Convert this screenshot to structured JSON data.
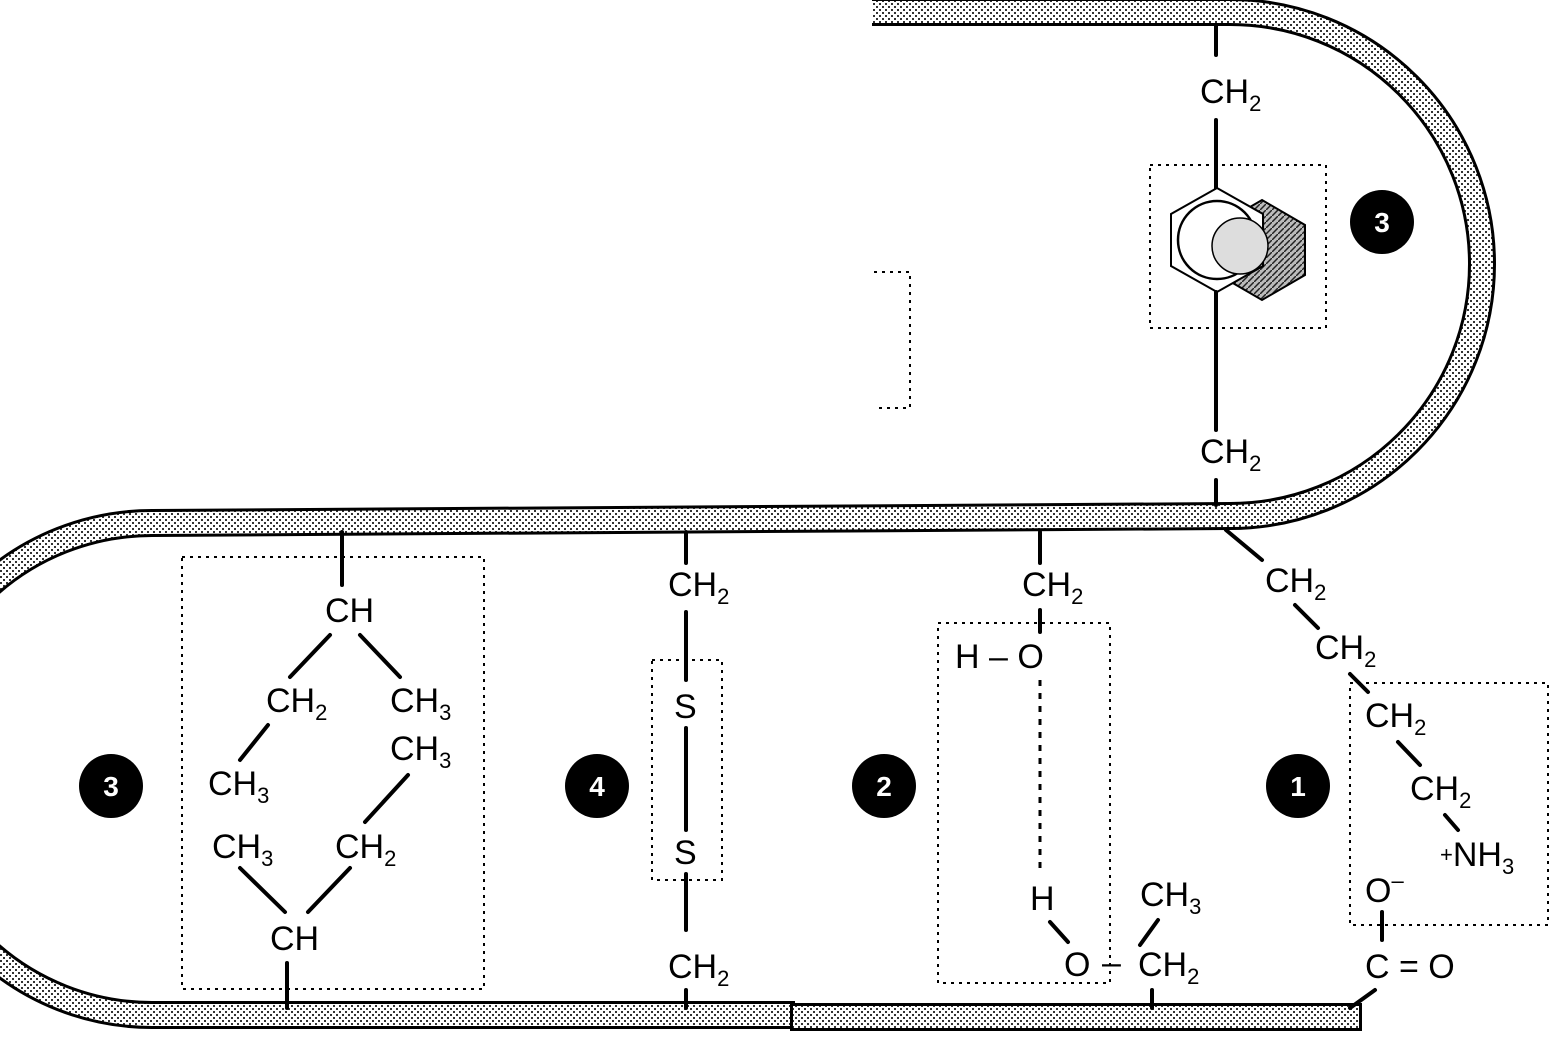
{
  "diagram": {
    "badges": {
      "ionic": "1",
      "hydrogen": "2",
      "hydrophobic_top": "3",
      "hydrophobic_left": "3",
      "disulfide": "4"
    },
    "aromatic": {
      "top_ch2": [
        "CH",
        "2"
      ],
      "bottom_ch2": [
        "CH",
        "2"
      ]
    },
    "hydrophobic": {
      "ch_top": "CH",
      "ch2_left": [
        "CH",
        "2"
      ],
      "ch3_right": [
        "CH",
        "3"
      ],
      "ch3_left_upper": [
        "CH",
        "3"
      ],
      "ch3_right_lower": [
        "CH",
        "3"
      ],
      "ch3_left_lower": [
        "CH",
        "3"
      ],
      "ch2_right": [
        "CH",
        "2"
      ],
      "ch_bottom": "CH"
    },
    "disulfide": {
      "ch2_top": [
        "CH",
        "2"
      ],
      "s_top": "S",
      "s_bottom": "S",
      "ch2_bottom": [
        "CH",
        "2"
      ]
    },
    "hbond": {
      "ch2_top": [
        "CH",
        "2"
      ],
      "h_o_top": "H – O",
      "h_lower": "H",
      "o_lower": "O",
      "dash": "–",
      "ch3": [
        "CH",
        "3"
      ],
      "ch2_lower": [
        "CH",
        "2"
      ]
    },
    "ionic": {
      "ch2_a": [
        "CH",
        "2"
      ],
      "ch2_b": [
        "CH",
        "2"
      ],
      "ch2_c": [
        "CH",
        "2"
      ],
      "ch2_d": [
        "CH",
        "2"
      ],
      "nh3": [
        "+",
        "NH",
        "3"
      ],
      "o_minus": [
        "O",
        "–"
      ],
      "c_eq_o": "C = O"
    }
  }
}
